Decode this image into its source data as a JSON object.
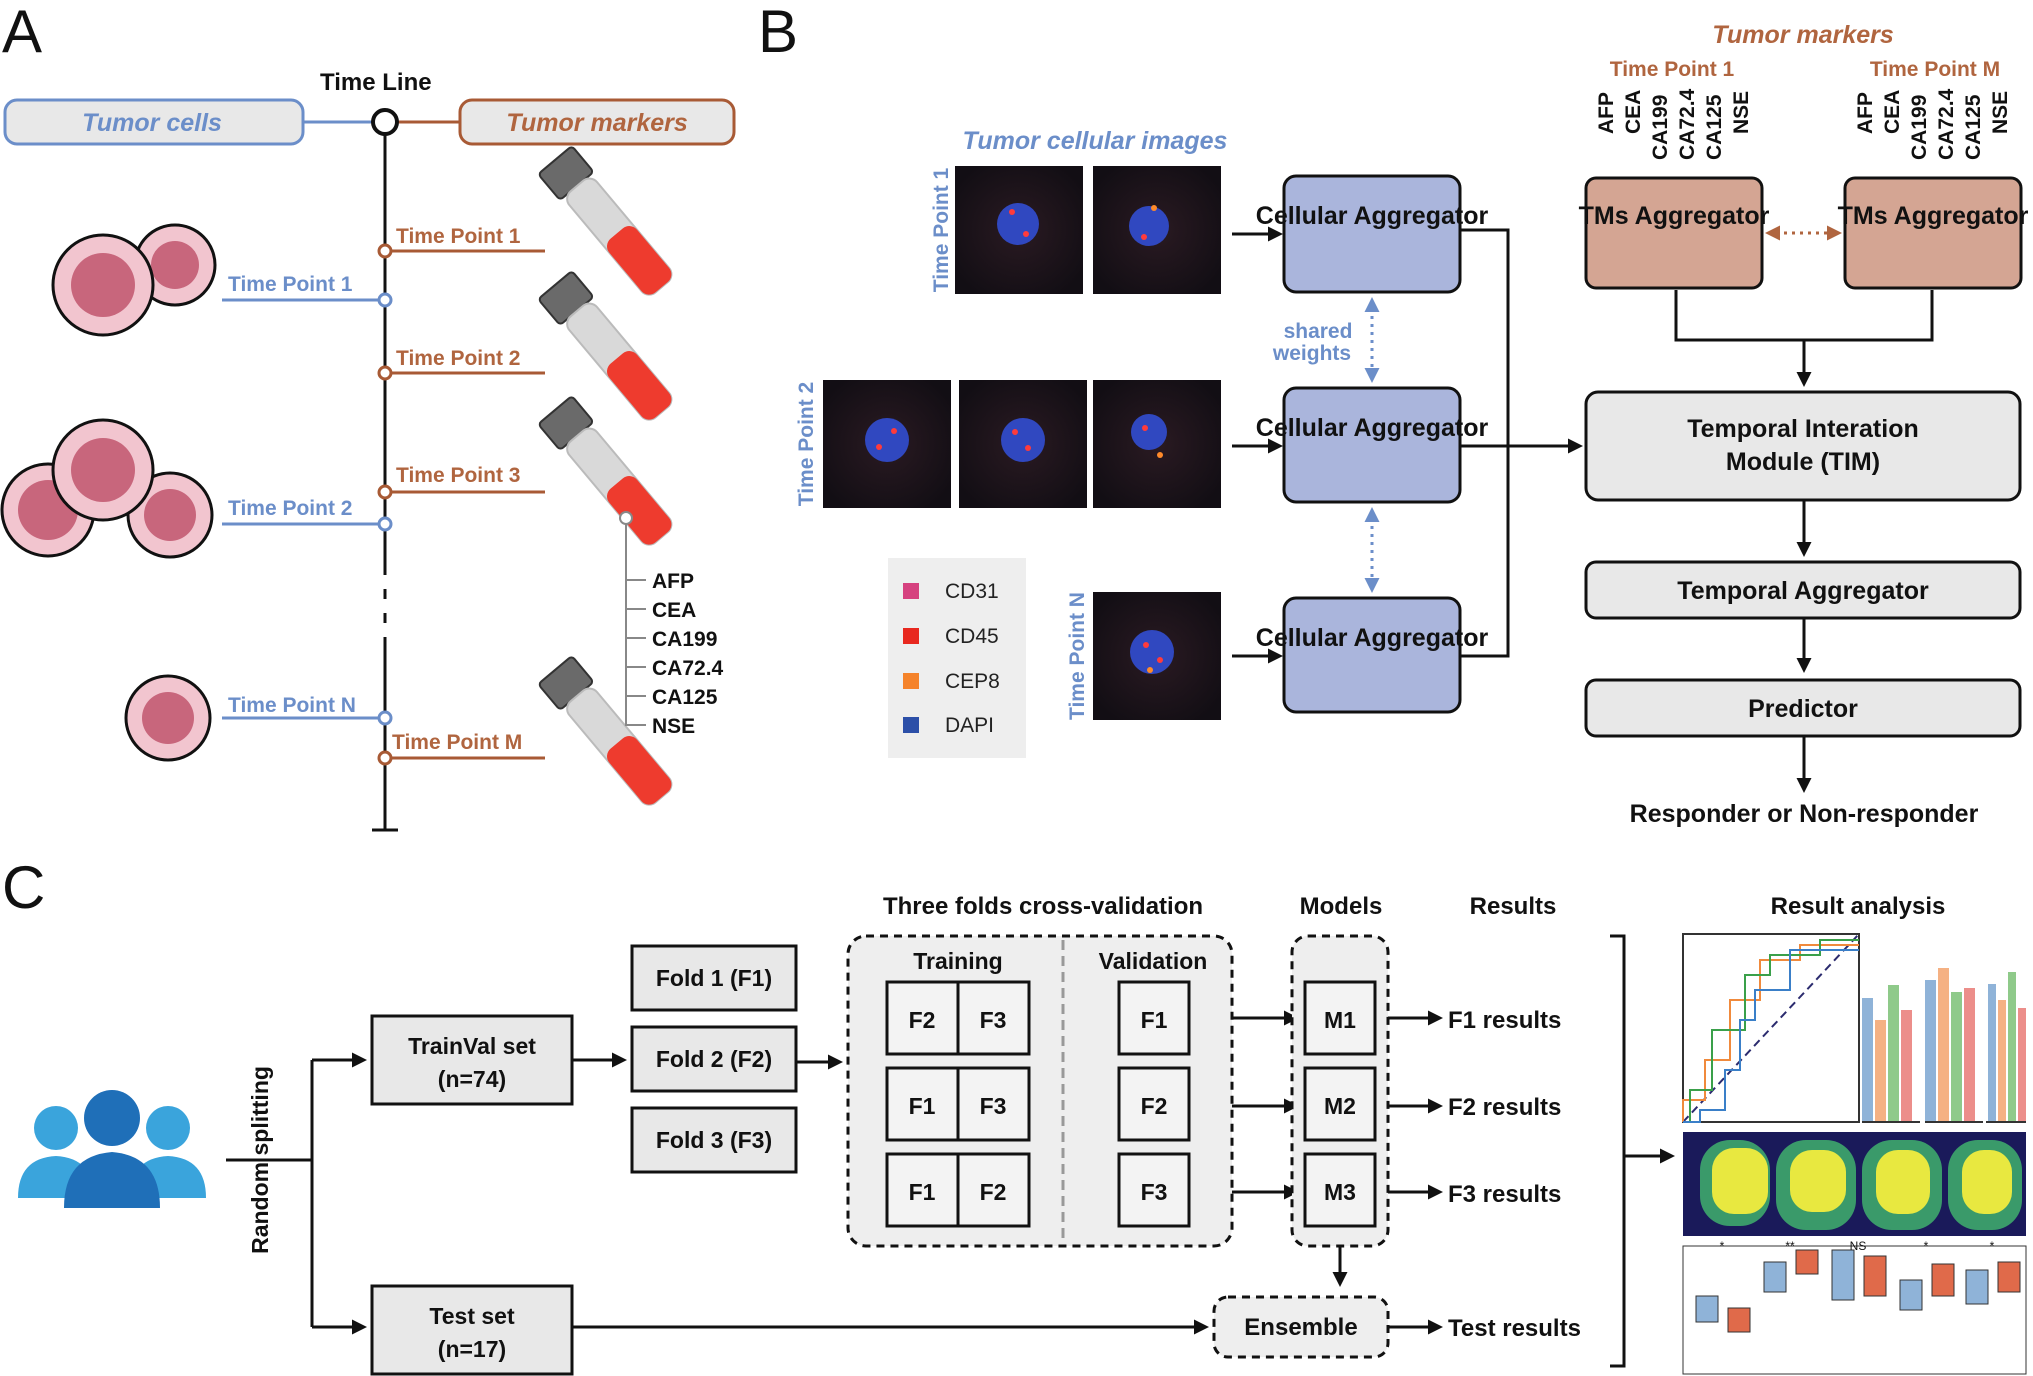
{
  "panels": {
    "a": "A",
    "b": "B",
    "c": "C"
  },
  "panelA": {
    "timeline_title": "Time Line",
    "tumor_cells": "Tumor cells",
    "tumor_markers": "Tumor markers",
    "cell_points": [
      "Time Point 1",
      "Time Point 2",
      "Time Point N"
    ],
    "marker_points": [
      "Time Point 1",
      "Time Point 2",
      "Time Point 3",
      "Time Point M"
    ],
    "markers": [
      "AFP",
      "CEA",
      "CA199",
      "CA72.4",
      "CA125",
      "NSE"
    ]
  },
  "panelB": {
    "images_title": "Tumor cellular images",
    "row_labels": [
      "Time Point 1",
      "Time Point 2",
      "Time Point N"
    ],
    "cellular_aggregator": "Cellular Aggregator",
    "shared_weights": [
      "shared",
      "weights"
    ],
    "legend": [
      {
        "label": "CD31",
        "color": "#d6417f"
      },
      {
        "label": "CD45",
        "color": "#e8281f"
      },
      {
        "label": "CEP8",
        "color": "#f5832a"
      },
      {
        "label": "DAPI",
        "color": "#2c4fa8"
      }
    ],
    "tumor_markers_title": "Tumor markers",
    "tp1": "Time Point 1",
    "tpm": "Time Point M",
    "markers": [
      "AFP",
      "CEA",
      "CA199",
      "CA72.4",
      "CA125",
      "NSE"
    ],
    "tms_aggregator": "TMs Aggregator",
    "tim": [
      "Temporal Interation",
      "Module (TIM)"
    ],
    "temporal_aggregator": "Temporal Aggregator",
    "predictor": "Predictor",
    "output": "Responder or Non-responder"
  },
  "panelC": {
    "random_splitting": "Random splitting",
    "trainval": [
      "TrainVal set",
      "(n=74)"
    ],
    "test": [
      "Test set",
      "(n=17)"
    ],
    "folds": [
      "Fold 1 (F1)",
      "Fold 2 (F2)",
      "Fold 3 (F3)"
    ],
    "cv_title": "Three folds cross-validation",
    "training": "Training",
    "validation": "Validation",
    "training_rows": [
      [
        "F2",
        "F3"
      ],
      [
        "F1",
        "F3"
      ],
      [
        "F1",
        "F2"
      ]
    ],
    "validation_rows": [
      "F1",
      "F2",
      "F3"
    ],
    "models_title": "Models",
    "models": [
      "M1",
      "M2",
      "M3"
    ],
    "results_title": "Results",
    "results": [
      "F1 results",
      "F2 results",
      "F3 results"
    ],
    "ensemble": "Ensemble",
    "test_results": "Test results",
    "analysis_title": "Result analysis",
    "box_sig": [
      "*",
      "**",
      "NS",
      "*",
      "*"
    ]
  },
  "colors": {
    "blue_text": "#6b8ec9",
    "brown_text": "#b0653f",
    "agg_fill": "#aab5dc",
    "tms_fill": "#d4a593",
    "grey_fill": "#e8e8e8"
  }
}
